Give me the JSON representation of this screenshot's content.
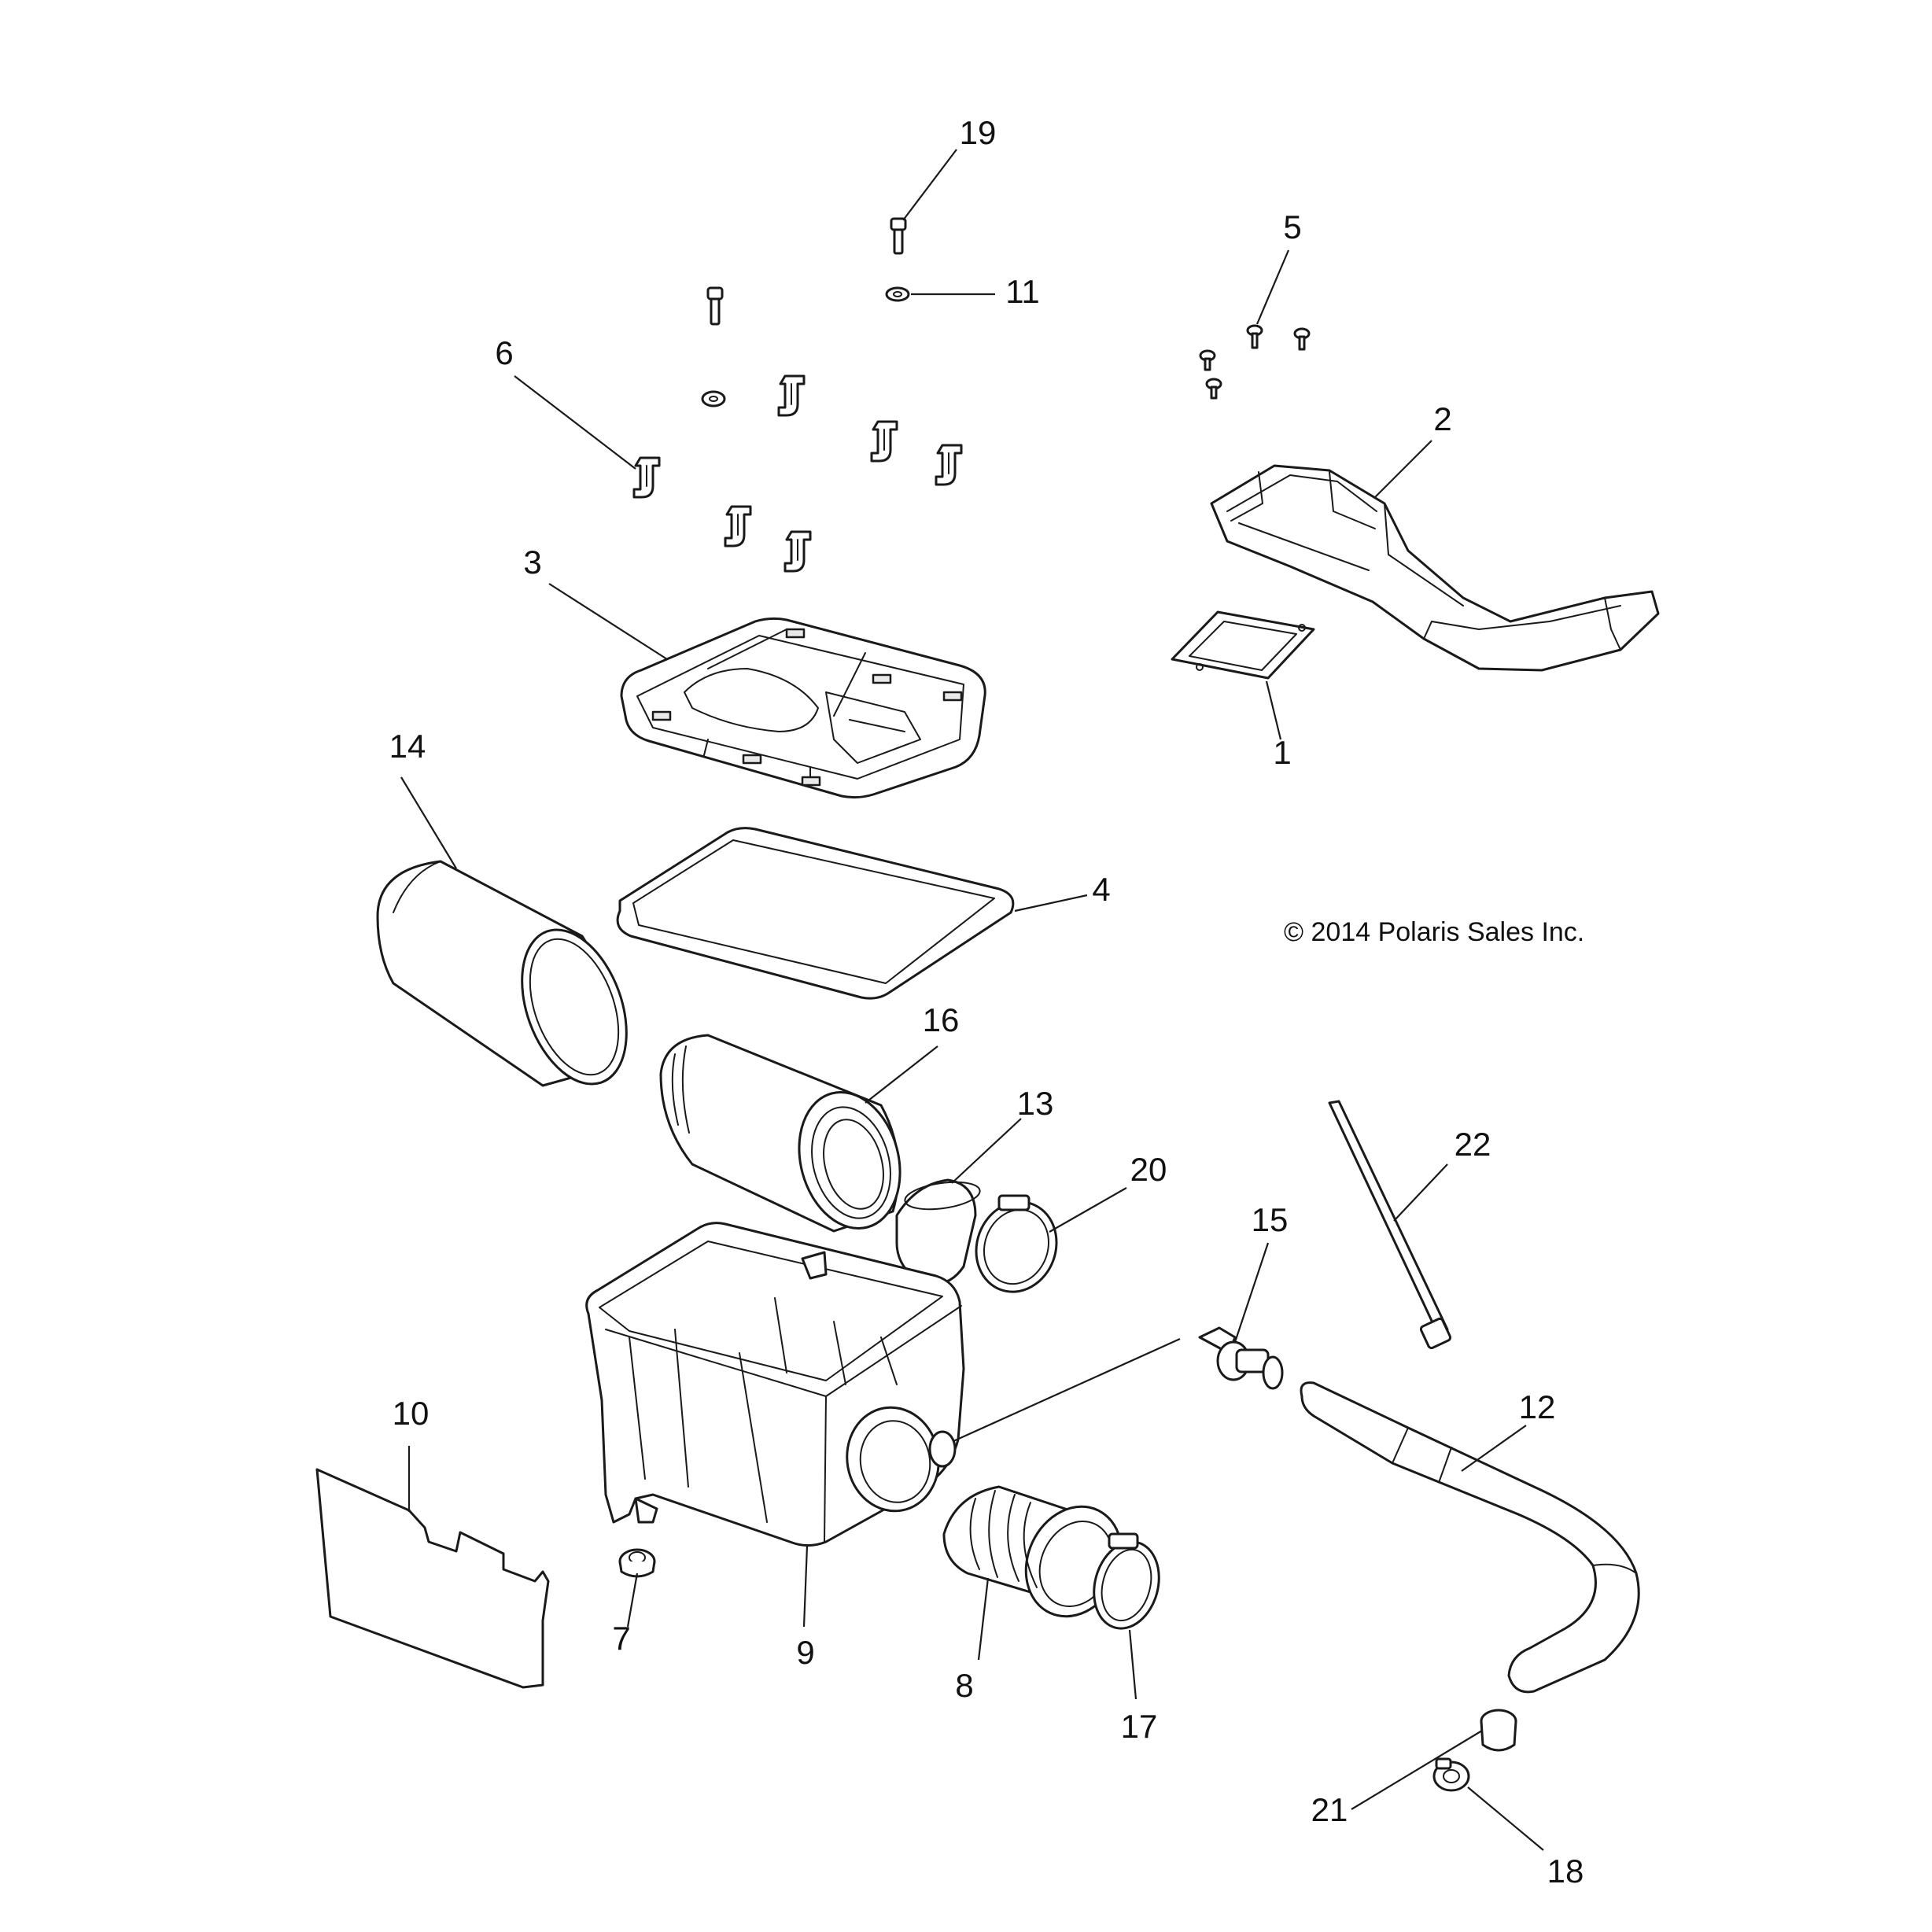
{
  "copyright": "© 2014 Polaris Sales Inc.",
  "callouts": [
    "1",
    "2",
    "3",
    "4",
    "5",
    "6",
    "7",
    "8",
    "9",
    "10",
    "11",
    "12",
    "13",
    "14",
    "15",
    "16",
    "17",
    "18",
    "19",
    "20",
    "21",
    "22"
  ]
}
